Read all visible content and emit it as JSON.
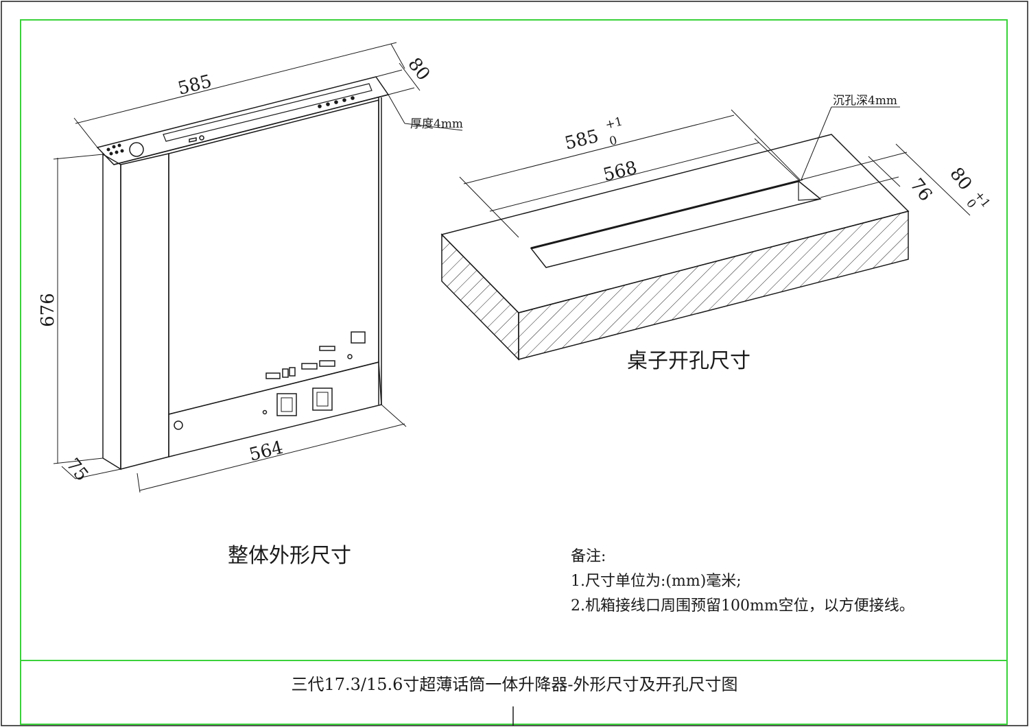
{
  "colors": {
    "frame": "#39d239",
    "line": "#1a1a1a"
  },
  "left_view": {
    "dim_width_top": "585",
    "dim_depth_top": "80",
    "dim_height": "676",
    "dim_width_bottom": "564",
    "dim_base_depth": "75",
    "thickness_label": "厚度4mm",
    "caption": "整体外形尺寸"
  },
  "right_view": {
    "dim_outer_len": "585",
    "tol_outer_len_upper": "+1",
    "tol_outer_len_lower": "0",
    "dim_inner_len": "568",
    "dim_outer_width": "80",
    "tol_outer_width_upper": "+1",
    "tol_outer_width_lower": "0",
    "dim_inner_width": "76",
    "depth_label": "沉孔深4mm",
    "caption": "桌子开孔尺寸"
  },
  "notes": {
    "heading": "备注:",
    "line1": "1.尺寸单位为:(mm)毫米;",
    "line2": "2.机箱接线口周围预留100mm空位，以方便接线。"
  },
  "title_block": {
    "title": "三代17.3/15.6寸超薄话筒一体升降器-外形尺寸及开孔尺寸图"
  }
}
